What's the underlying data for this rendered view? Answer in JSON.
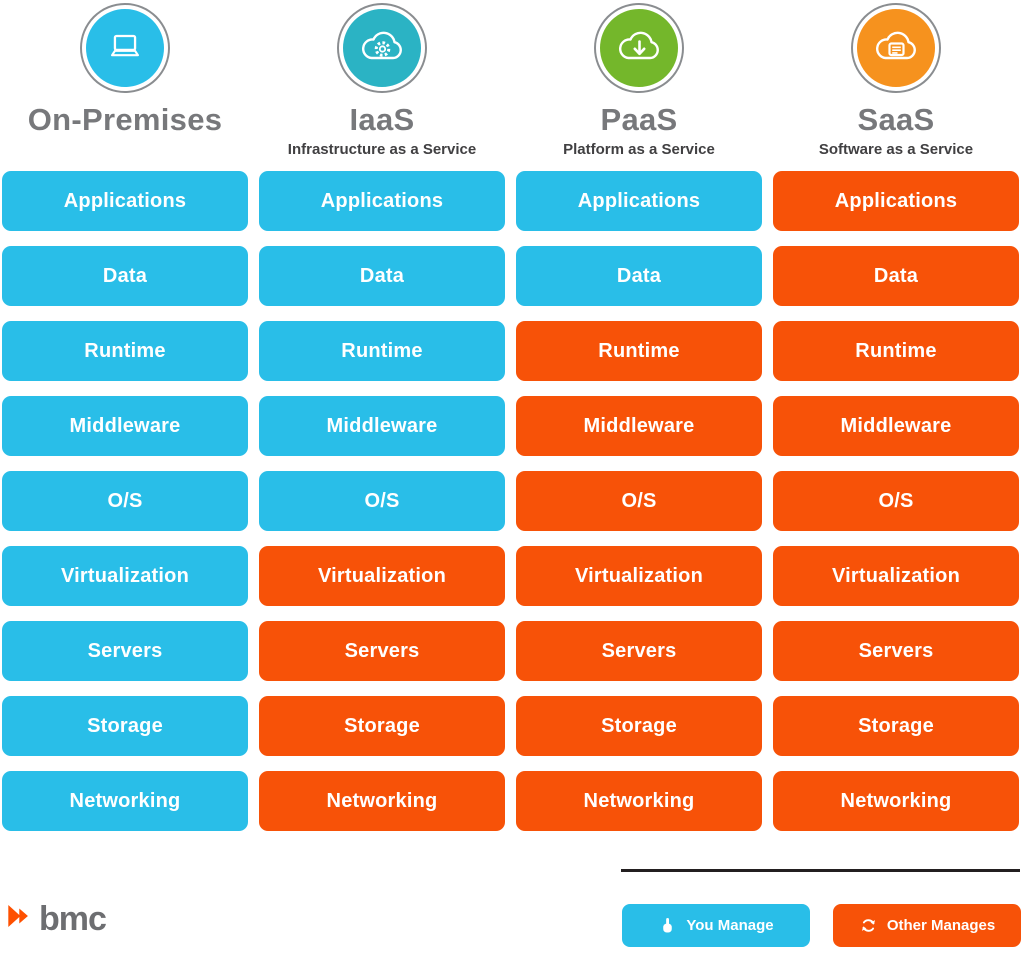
{
  "columns": [
    {
      "id": "on-premises",
      "title": "On-Premises",
      "subtitle": "",
      "icon": "laptop-icon",
      "icon_color": "#29BEE8",
      "layers": [
        {
          "label": "Applications",
          "managed": "you"
        },
        {
          "label": "Data",
          "managed": "you"
        },
        {
          "label": "Runtime",
          "managed": "you"
        },
        {
          "label": "Middleware",
          "managed": "you"
        },
        {
          "label": "O/S",
          "managed": "you"
        },
        {
          "label": "Virtualization",
          "managed": "you"
        },
        {
          "label": "Servers",
          "managed": "you"
        },
        {
          "label": "Storage",
          "managed": "you"
        },
        {
          "label": "Networking",
          "managed": "you"
        }
      ]
    },
    {
      "id": "iaas",
      "title": "IaaS",
      "subtitle": "Infrastructure as a Service",
      "icon": "cloud-gear-icon",
      "icon_color": "#2BB3C4",
      "layers": [
        {
          "label": "Applications",
          "managed": "you"
        },
        {
          "label": "Data",
          "managed": "you"
        },
        {
          "label": "Runtime",
          "managed": "you"
        },
        {
          "label": "Middleware",
          "managed": "you"
        },
        {
          "label": "O/S",
          "managed": "you"
        },
        {
          "label": "Virtualization",
          "managed": "other"
        },
        {
          "label": "Servers",
          "managed": "other"
        },
        {
          "label": "Storage",
          "managed": "other"
        },
        {
          "label": "Networking",
          "managed": "other"
        }
      ]
    },
    {
      "id": "paas",
      "title": "PaaS",
      "subtitle": "Platform as a Service",
      "icon": "cloud-download-icon",
      "icon_color": "#74B72B",
      "layers": [
        {
          "label": "Applications",
          "managed": "you"
        },
        {
          "label": "Data",
          "managed": "you"
        },
        {
          "label": "Runtime",
          "managed": "other"
        },
        {
          "label": "Middleware",
          "managed": "other"
        },
        {
          "label": "O/S",
          "managed": "other"
        },
        {
          "label": "Virtualization",
          "managed": "other"
        },
        {
          "label": "Servers",
          "managed": "other"
        },
        {
          "label": "Storage",
          "managed": "other"
        },
        {
          "label": "Networking",
          "managed": "other"
        }
      ]
    },
    {
      "id": "saas",
      "title": "SaaS",
      "subtitle": "Software as a Service",
      "icon": "cloud-app-icon",
      "icon_color": "#F6921E",
      "layers": [
        {
          "label": "Applications",
          "managed": "other"
        },
        {
          "label": "Data",
          "managed": "other"
        },
        {
          "label": "Runtime",
          "managed": "other"
        },
        {
          "label": "Middleware",
          "managed": "other"
        },
        {
          "label": "O/S",
          "managed": "other"
        },
        {
          "label": "Virtualization",
          "managed": "other"
        },
        {
          "label": "Servers",
          "managed": "other"
        },
        {
          "label": "Storage",
          "managed": "other"
        },
        {
          "label": "Networking",
          "managed": "other"
        }
      ]
    }
  ],
  "colors": {
    "you": "#29BEE8",
    "other": "#F75208"
  },
  "legend": {
    "you_manage_label": "You Manage",
    "other_manages_label": "Other Manages",
    "you_icon": "hand-pointer-icon",
    "other_icon": "refresh-arrows-icon"
  },
  "logo": {
    "text": "bmc",
    "mark_color": "#FE5000"
  }
}
